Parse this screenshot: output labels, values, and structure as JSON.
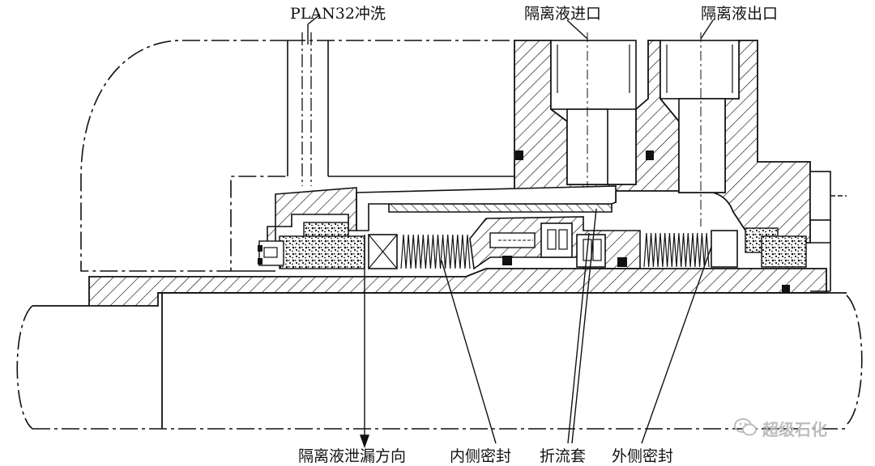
{
  "labels": {
    "flush": "PLAN32冲洗",
    "inlet": "隔离液进口",
    "outlet": "隔离液出口",
    "leak_direction": "隔离液泄漏方向",
    "inner_seal": "内侧密封",
    "baffle_sleeve": "折流套",
    "outer_seal": "外侧密封"
  },
  "watermark": {
    "text": "超级石化",
    "icon": "wechat-icon"
  },
  "colors": {
    "line": "#111111",
    "background": "#ffffff",
    "watermark": "#bdbdbd"
  }
}
